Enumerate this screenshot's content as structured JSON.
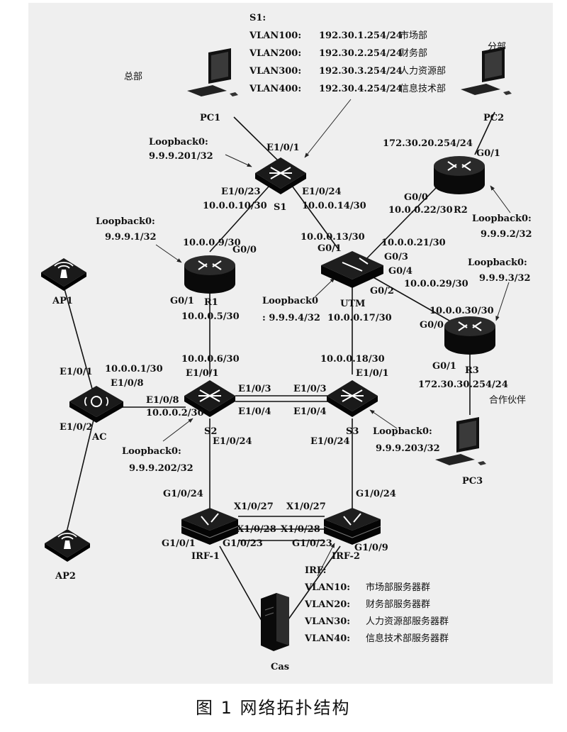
{
  "s1_block": {
    "title": "S1:",
    "vlans": [
      {
        "id": "VLAN100:",
        "ip": "192.30.1.254/24",
        "dept": "市场部"
      },
      {
        "id": "VLAN200:",
        "ip": "192.30.2.254/24",
        "dept": "财务部"
      },
      {
        "id": "VLAN300:",
        "ip": "192.30.3.254/24",
        "dept": "人力资源部"
      },
      {
        "id": "VLAN400:",
        "ip": "192.30.4.254/24",
        "dept": "信息技术部"
      }
    ]
  },
  "irf_block": {
    "title": "IRF:",
    "vlans": [
      {
        "id": "VLAN10:",
        "dept": "市场部服务器群"
      },
      {
        "id": "VLAN20:",
        "dept": "财务部服务器群"
      },
      {
        "id": "VLAN30:",
        "dept": "人力资源部服务器群"
      },
      {
        "id": "VLAN40:",
        "dept": "信息技术部服务器群"
      }
    ]
  },
  "sites": {
    "hq": "总部",
    "branch": "分部",
    "partner": "合作伙伴"
  },
  "devices": {
    "pc1": "PC1",
    "pc2": "PC2",
    "pc3": "PC3",
    "s1": "S1",
    "s2": "S2",
    "s3": "S3",
    "r1": "R1",
    "r2": "R2",
    "r3": "R3",
    "utm": "UTM",
    "ac": "AC",
    "ap1": "AP1",
    "ap2": "AP2",
    "irf1": "IRF-1",
    "irf2": "IRF-2",
    "cas": "Cas"
  },
  "loopbacks": {
    "s1": [
      "Loopback0:",
      "9.9.9.201/32"
    ],
    "r1": [
      "Loopback0:",
      "9.9.9.1/32"
    ],
    "r2": [
      "Loopback0:",
      "9.9.9.2/32"
    ],
    "r3": [
      "Loopback0:",
      "9.9.9.3/32"
    ],
    "utm": [
      "Loopback0",
      ": 9.9.9.4/32"
    ],
    "s2": [
      "Loopback0:",
      "9.9.9.202/32"
    ],
    "s3": [
      "Loopback0:",
      "9.9.9.203/32"
    ]
  },
  "ports": {
    "s1_e101": "E1/0/1",
    "s1_e1023": "E1/0/23",
    "s1_ip_10": "10.0.0.10/30",
    "s1_e1024": "E1/0/24",
    "s1_ip_14": "10.0.0.14/30",
    "r2_ip_254": "172.30.20.254/24",
    "r2_g01": "G0/1",
    "r2_g00": "G0/0",
    "r2_ip_22": "10.0.0.22/30",
    "r1_ip_9": "10.0.0.9/30",
    "r1_g00": "G0/0",
    "r1_g01": "G0/1",
    "r1_ip_5": "10.0.0.5/30",
    "utm_ip_13": "10.0.0.13/30",
    "utm_g01": "G0/1",
    "utm_ip_21": "10.0.0.21/30",
    "utm_g03": "G0/3",
    "utm_g04": "G0/4",
    "utm_ip_29": "10.0.0.29/30",
    "utm_g02": "G0/2",
    "utm_ip_17": "10.0.0.17/30",
    "r3_ip_30": "10.0.0.30/30",
    "r3_g00": "G0/0",
    "r3_g01": "G0/1",
    "r3_ip_254": "172.30.30.254/24",
    "s2_ip_6": "10.0.0.6/30",
    "s2_e101": "E1/0/1",
    "s2_e108": "E1/0/8",
    "s2_ip_2": "10.0.0.2/30",
    "s2_e103": "E1/0/3",
    "s2_e104": "E1/0/4",
    "s2_e1024": "E1/0/24",
    "s3_ip_18": "10.0.0.18/30",
    "s3_e101": "E1/0/1",
    "s3_e103": "E1/0/3",
    "s3_e104": "E1/0/4",
    "s3_e1024": "E1/0/24",
    "ac_e101": "E1/0/1",
    "ac_ip_1": "10.0.0.1/30",
    "ac_e108": "E1/0/8",
    "ac_e102": "E1/0/2",
    "irf1_g1024": "G1/0/24",
    "irf1_x1027": "X1/0/27",
    "irf1_x1028": "X1/0/28",
    "irf1_g101": "G1/0/1",
    "irf1_g1023": "G1/0/23",
    "irf2_x1027": "X1/0/27",
    "irf2_x1028": "X1/0/28",
    "irf2_g1024": "G1/0/24",
    "irf2_g1023": "G1/0/23",
    "irf2_g109": "G1/0/9"
  },
  "caption": "图 1   网络拓扑结构"
}
